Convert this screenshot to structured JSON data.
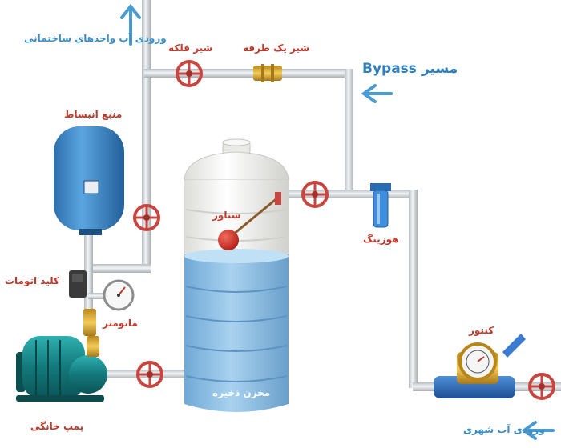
{
  "labels": {
    "building_inlet": "ورودی آب واحدهای ساختمانی",
    "gate_valve": "شیر فلکه",
    "check_valve": "شیر یک طرفه",
    "bypass": "مسیر Bypass",
    "expansion_tank": "منبع انبساط",
    "float_valve": "شناور",
    "filter_housing": "هوزینگ",
    "pressure_switch": "کلید اتومات",
    "manometer": "مانومتر",
    "storage_tank": "مخزن ذخیره",
    "meter": "کنتور",
    "pump": "پمپ خانگی",
    "city_inlet": "ورودی آب شهری"
  },
  "colors": {
    "pipe": "#d9dde0",
    "pipe_edge": "#a9afb4",
    "water": "#8fc3e8",
    "tank_body": "#f4f4f2",
    "valve_red": "#c9453f",
    "brass": "#e0b13c",
    "pump_teal": "#1b8a8c",
    "expansion_blue": "#3a86c8",
    "arrow_blue": "#4a9bd1",
    "label_red": "#c0392b",
    "label_blue": "#3b8fc7"
  }
}
